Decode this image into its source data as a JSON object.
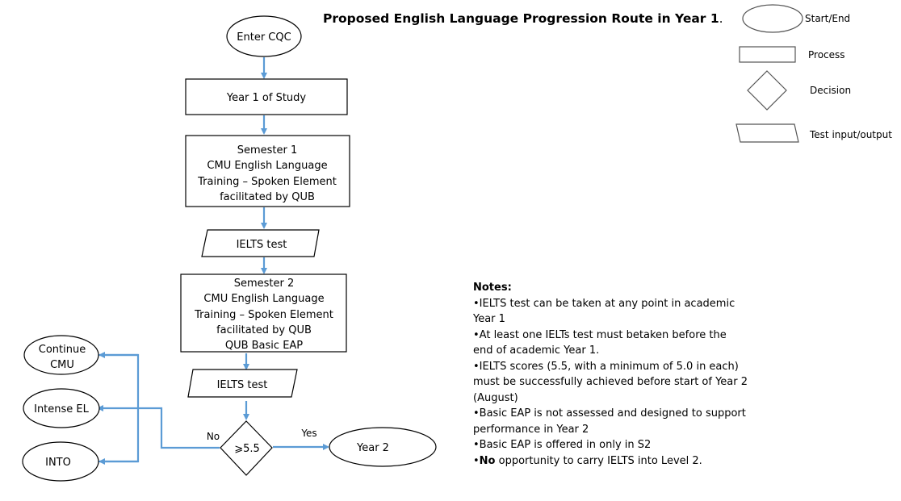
{
  "title": {
    "text": "Proposed English Language Progression Route in Year 1",
    "suffix": "."
  },
  "legend": {
    "start_end": "Start/End",
    "process": "Process",
    "decision": "Decision",
    "io": "Test input/output"
  },
  "flow": {
    "enter": "Enter CQC",
    "year1": "Year 1 of Study",
    "sem1": [
      "Semester 1",
      "CMU English Language",
      "Training – Spoken Element",
      "facilitated by QUB"
    ],
    "ielts1": "IELTS test",
    "sem2": [
      "Semester 2",
      "CMU English Language",
      "Training – Spoken Element",
      "facilitated by QUB",
      "QUB Basic EAP"
    ],
    "ielts2": "IELTS test",
    "decision": "⩾5.5",
    "yes": "Yes",
    "no": "No",
    "year2": "Year 2",
    "continue_cmu": [
      "Continue",
      "CMU"
    ],
    "intense_el": "Intense EL",
    "into": "INTO"
  },
  "colors": {
    "connector": "#5b9bd5"
  },
  "notes": {
    "heading": "Notes:",
    "bullet": "•",
    "items": [
      "IELTS test can be taken at any point in academic Year 1",
      "At least one IELTs test must betaken before the end of academic Year 1.",
      "IELTS scores (5.5, with a minimum of 5.0 in each) must be successfully achieved before start of Year 2 (August)",
      "Basic EAP is not assessed and designed to support performance in Year 2",
      "Basic EAP is offered in only in S2"
    ],
    "last_bold": "No",
    "last_rest": " opportunity to carry IELTS into Level 2."
  }
}
